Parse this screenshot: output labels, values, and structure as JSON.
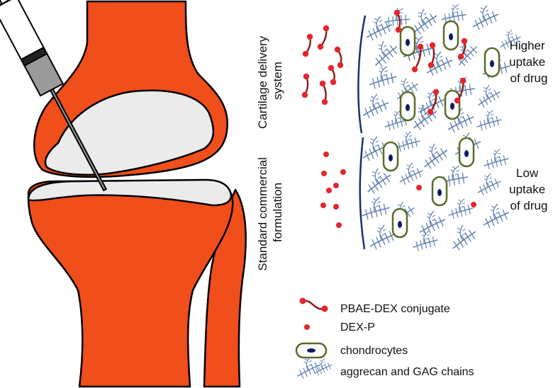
{
  "colors": {
    "bone": "#f04e1a",
    "cartilage": "#ebebeb",
    "outline": "#000000",
    "drug": "#e4252d",
    "conjugate_chain": "#8b1a1a",
    "cell_border": "#5a6b2a",
    "nucleus": "#0d1b5e",
    "membrane": "#1b2f7a",
    "gag": "#5f80b0"
  },
  "panels": {
    "top_label": [
      "Cartilage delivery",
      "system"
    ],
    "bottom_label": [
      "Standard commercial",
      "formulation"
    ],
    "top_result": [
      "Higher",
      "uptake",
      "of drug"
    ],
    "bottom_result": [
      "Low",
      "uptake",
      "of drug"
    ]
  },
  "legend": {
    "conjugate": "PBAE-DEX conjugate",
    "dexp": "DEX-P",
    "chondrocytes": "chondrocytes",
    "gag": "aggrecan and GAG chains"
  }
}
